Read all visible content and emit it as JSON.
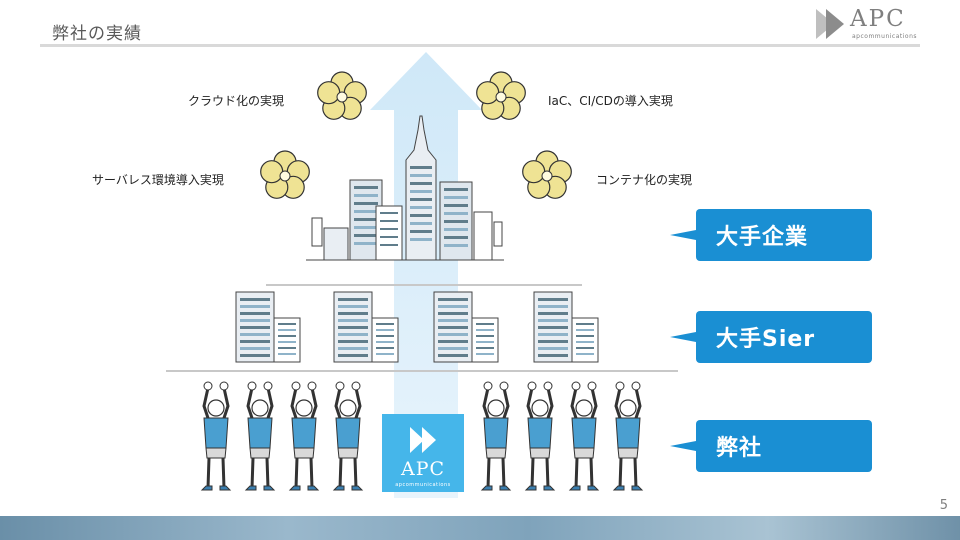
{
  "header": {
    "title": "弊社の実績",
    "logo_name": "APC",
    "logo_sub": "apcommunications"
  },
  "achievements": {
    "cloud": "クラウド化の実現",
    "iac": "IaC、CI/CDの導入実現",
    "serverless": "サーバレス環境導入実現",
    "container": "コンテナ化の実現"
  },
  "tiers": {
    "enterprise": "大手企業",
    "sier": "大手Sier",
    "company": "弊社"
  },
  "center_logo": {
    "name": "APC",
    "sub": "apcommunications"
  },
  "page_number": "5",
  "colors": {
    "badge": "#1a8fd3",
    "arrow": "#d6ecfa",
    "apc_box": "#45b6ea",
    "flower": "#efe394"
  }
}
